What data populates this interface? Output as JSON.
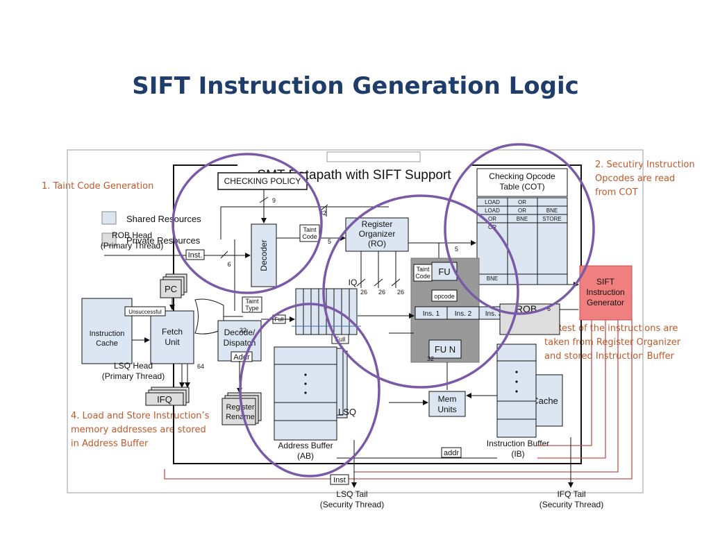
{
  "title": "SIFT Instruction Generation Logic",
  "notes": {
    "n1": "1. Taint Code Generation",
    "n2a": "2. Secutiry Instruction",
    "n2b": "Opcodes are read",
    "n2c": "from COT",
    "n3a": "3. Rest of the instructions are",
    "n3b": "taken from Register Organizer",
    "n3c": "and stored Instruction Buffer",
    "n4a": "4. Load and Store Instruction’s",
    "n4b": "memory addresses are stored",
    "n4c": "in Address Buffer"
  },
  "diagram": {
    "datapath_title": "SMT Datapath with SIFT Support",
    "checking_policy": "CHECKING POLICY",
    "shared_resources": "Shared Resources",
    "private_resources": "Private Resources",
    "rob_head_1": "ROB Head",
    "rob_head_2": "(Primary Thread)",
    "inst": "Inst.",
    "decoder": "Decoder",
    "taint_code": [
      "Taint",
      "Code"
    ],
    "taint_type": [
      "Taint",
      "Type"
    ],
    "register_organizer": [
      "Register",
      "Organizer",
      "(RO)"
    ],
    "cot_title": [
      "Checking Opcode",
      "Table (COT)"
    ],
    "cot_rows": [
      [
        "LOAD",
        "OR",
        ""
      ],
      [
        "LOAD",
        "OR",
        "BNE"
      ],
      [
        "OR",
        "BNE",
        "STORE"
      ],
      [
        "OR",
        "",
        ""
      ]
    ],
    "cot_last": "BNE",
    "sift_generator": [
      "SIFT",
      "Instruction",
      "Generator"
    ],
    "pc": "PC",
    "instruction_cache": [
      "Instruction",
      "Cache"
    ],
    "fetch_unit": [
      "Fetch",
      "Unit"
    ],
    "unsuccessful": "Unsuccessful",
    "decode_dispatch": [
      "Decode/",
      "Dispatch"
    ],
    "addr": "Addr",
    "full": "Full",
    "iq": "IQ",
    "fu": "FU",
    "fu_n": "FU N",
    "opcode": "opcode",
    "ins1": "Ins. 1",
    "ins2": "Ins. 2",
    "ins3": "Ins. 3",
    "rob": "ROB",
    "lsq_head_1": "LSQ Head",
    "lsq_head_2": "(Primary Thread)",
    "ifq": "IFQ",
    "register_rename": [
      "Register",
      "Rename"
    ],
    "lsq": "LSQ",
    "mem_units": [
      "Mem",
      "Units"
    ],
    "cache": "Cache",
    "address_buffer": [
      "Address Buffer",
      "(AB)"
    ],
    "instruction_buffer": [
      "Instruction Buffer",
      "(IB)"
    ],
    "addr_bottom": "addr",
    "inst_bottom": "Inst",
    "lsq_tail": [
      "LSQ Tail",
      "(Security Thread)"
    ],
    "ifq_tail": [
      "IFQ Tail",
      "(Security Thread)"
    ],
    "bus_widths": {
      "w9": "9",
      "w32a": "32",
      "w5a": "5",
      "w6a": "6",
      "w5b": "5",
      "w26a": "26",
      "w26b": "26",
      "w26c": "26",
      "w32b": "32",
      "w6b": "6",
      "w64": "64",
      "w32c": "32"
    }
  },
  "colors": {
    "title": "#1f3d6b",
    "note": "#c0592a",
    "circle": "#7a5aa6",
    "box": "#dce6f2",
    "sift": "#f08080",
    "redline": "#c0504d"
  }
}
